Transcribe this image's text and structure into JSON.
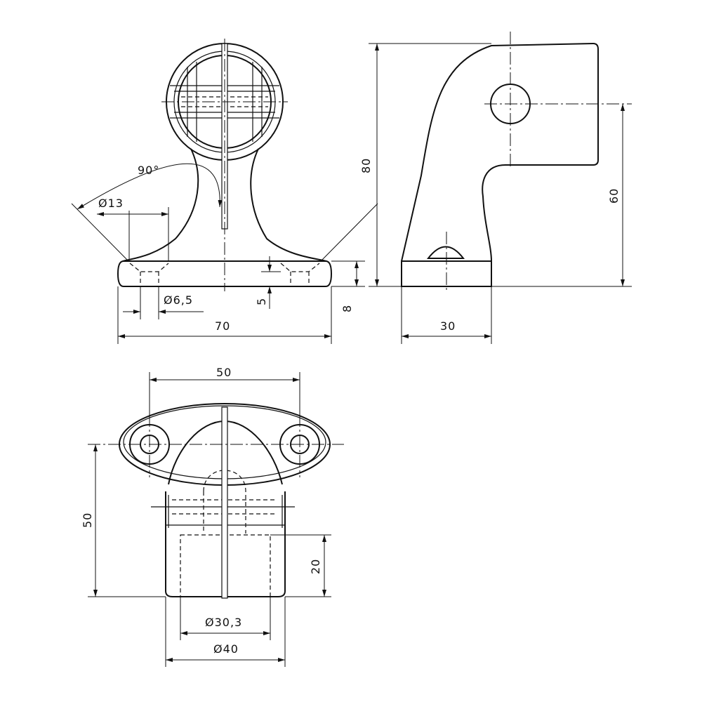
{
  "drawing": {
    "front_view": {
      "angle": "90°",
      "hole_counterbore": "Ø13",
      "hole_diameter": "Ø6,5",
      "counterbore_depth": "5",
      "base_height": "8",
      "overall_width": "70"
    },
    "side_view": {
      "overall_height": "80",
      "center_height": "60",
      "base_depth": "30"
    },
    "top_view": {
      "hole_spacing": "50",
      "center_to_bottom": "50",
      "socket_depth": "20",
      "socket_inner": "Ø30,3",
      "socket_outer": "Ø40"
    }
  }
}
